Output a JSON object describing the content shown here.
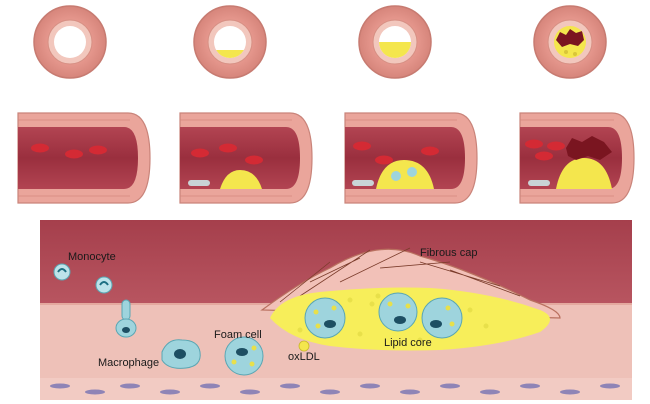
{
  "labels": {
    "monocyte": "Monocyte",
    "macrophage": "Macrophage",
    "foam_cell": "Foam cell",
    "oxldl": "oxLDL",
    "fibrous_cap": "Fibrous cap",
    "lipid_core": "Lipid core"
  },
  "stages": [
    {
      "stage": 1,
      "lumen_fill": 0.0
    },
    {
      "stage": 2,
      "lumen_fill": 0.28
    },
    {
      "stage": 3,
      "lumen_fill": 0.5
    },
    {
      "stage": 4,
      "lumen_fill": 0.75
    }
  ],
  "colors": {
    "vessel_wall": "#eaa59b",
    "wall_outer": "#c9847a",
    "lumen": "#a93a48",
    "blood_cell": "#d42a34",
    "lipid": "#f4e64d",
    "macrophage": "#9ed4dd",
    "cap": "#f2c1b8",
    "thrombus": "#7a1520"
  }
}
